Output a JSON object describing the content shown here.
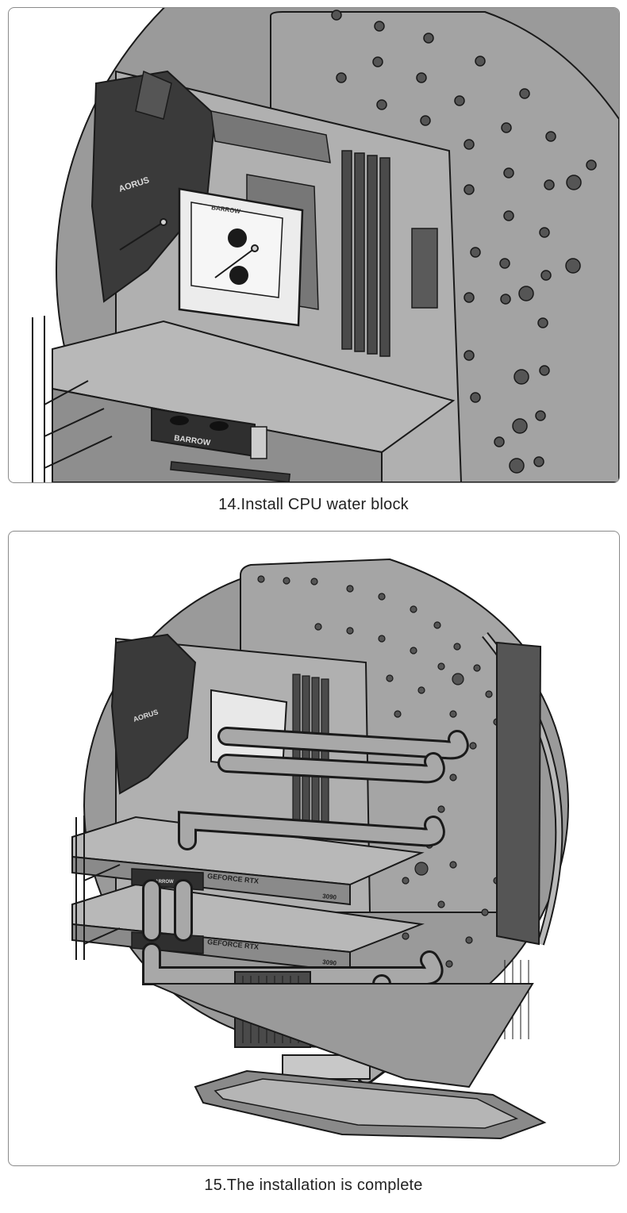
{
  "steps": [
    {
      "caption": "14.Install CPU water block",
      "labels": {
        "brand": "AORUS",
        "block_brand": "BARROW"
      }
    },
    {
      "caption": "15.The installation is complete",
      "labels": {
        "brand": "AORUS",
        "gpu1_name": "GEFORCE RTX",
        "gpu1_model": "3090",
        "gpu2_name": "GEFORCE RTX",
        "gpu2_model": "3090",
        "bridge_brand": "BARROW"
      }
    }
  ],
  "colors": {
    "metal": "#9a9a9a",
    "metal_light": "#c8c8c8",
    "dark": "#3a3a3a",
    "line": "#1a1a1a"
  }
}
